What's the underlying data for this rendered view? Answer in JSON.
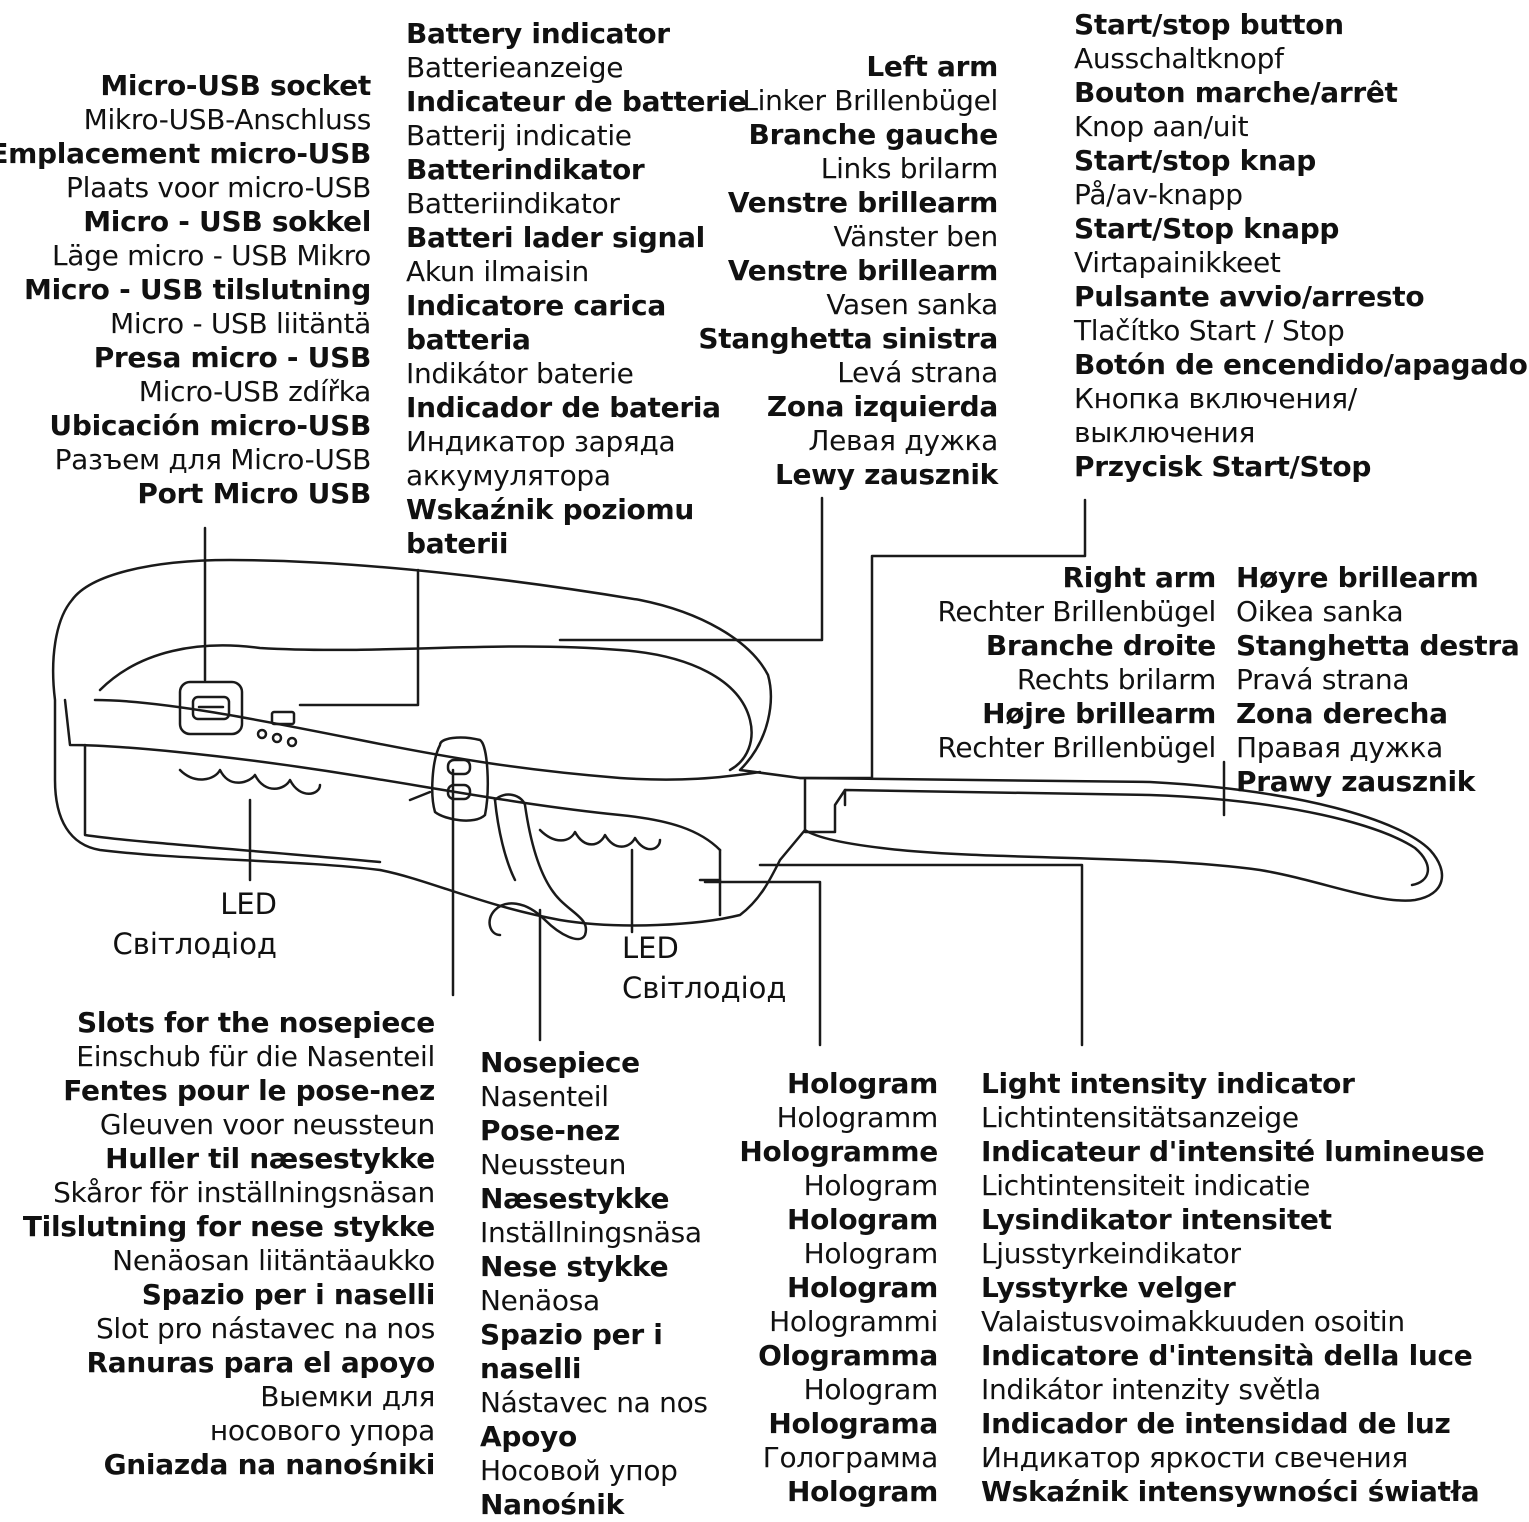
{
  "labels": {
    "micro_usb": [
      "Micro-USB socket",
      "Mikro-USB-Anschluss",
      "Emplacement micro-USB",
      "Plaats voor micro-USB",
      "Micro - USB sokkel",
      "Läge micro - USB Mikro",
      "Micro - USB tilslutning",
      "Micro - USB liitäntä",
      "Presa micro - USB",
      "Micro-USB zdířka",
      "Ubicación micro-USB",
      "Разъем для Micro-USB",
      "Port Micro USB"
    ],
    "battery": [
      "Battery indicator",
      "Batterieanzeige",
      "Indicateur de batterie",
      "Batterij indicatie",
      "Batterindikator",
      "Batteriindikator",
      "Batteri lader signal",
      "Akun ilmaisin",
      "Indicatore carica",
      "batteria",
      "Indikátor baterie",
      "Indicador de bateria",
      "Индикатор заряда",
      "аккумулятора",
      "Wskaźnik poziomu",
      "baterii"
    ],
    "left_arm": [
      "Left arm",
      "Linker Brillenbügel",
      "Branche gauche",
      "Links brilarm",
      "Venstre brillearm",
      "Vänster ben",
      "Venstre brillearm",
      "Vasen sanka",
      "Stanghetta sinistra",
      "Levá strana",
      "Zona izquierda",
      "Левая дужка",
      "Lewy zausznik"
    ],
    "start_stop": [
      "Start/stop button",
      "Ausschaltknopf",
      "Bouton marche/arrêt",
      "Knop aan/uit",
      "Start/stop knap",
      "På/av-knapp",
      "Start/Stop knapp",
      "Virtapainikkeet",
      "Pulsante avvio/arresto",
      "Tlačítko Start / Stop",
      "Botón de encendido/apagado",
      "Кнопка включения/",
      "выключения",
      "Przycisk Start/Stop"
    ],
    "right_arm_a": [
      "Right arm",
      "Rechter Brillenbügel",
      "Branche droite",
      "Rechts brilarm",
      "Højre brillearm",
      "Rechter Brillenbügel"
    ],
    "right_arm_b": [
      "Høyre brillearm",
      "Oikea sanka",
      "Stanghetta destra",
      "Pravá strana",
      "Zona derecha",
      "Правая дужка",
      "Prawy zausznik"
    ],
    "led_left": [
      "LED",
      "Світлодіод"
    ],
    "led_right": [
      "LED",
      "Світлодіод"
    ],
    "slots": [
      "Slots for the nosepiece",
      "Einschub für die Nasenteil",
      "Fentes pour le pose-nez",
      "Gleuven voor neussteun",
      "Huller til næsestykke",
      "Skåror för inställningsnäsan",
      "Tilslutning for nese stykke",
      "Nenäosan liitäntäaukko",
      "Spazio per i naselli",
      "Slot pro nástavec na nos",
      "Ranuras para el apoyo",
      "Выемки для",
      "носового упора",
      "Gniazda na nanośniki"
    ],
    "nosepiece": [
      "Nosepiece",
      "Nasenteil",
      "Pose-nez",
      "Neussteun",
      "Næsestykke",
      "Inställningsnäsa",
      "Nese stykke",
      "Nenäosa",
      "Spazio per i",
      "naselli",
      "Nástavec na nos",
      "Apoyo",
      "Носовой упор",
      "Nanośnik"
    ],
    "hologram": [
      "Hologram",
      "Hologramm",
      "Hologramme",
      "Hologram",
      "Hologram",
      "Hologram",
      "Hologram",
      "Hologrammi",
      "Ologramma",
      "Hologram",
      "Holograma",
      "Голограмма",
      "Hologram"
    ],
    "light": [
      "Light intensity indicator",
      "Lichtintensitätsanzeige",
      "Indicateur d'intensité lumineuse",
      "Lichtintensiteit indicatie",
      "Lysindikator intensitet",
      "Ljusstyrkeindikator",
      "Lysstyrke velger",
      "Valaistusvoimakkuuden osoitin",
      "Indicatore d'intensità della luce",
      "Indikátor intenzity světla",
      "Indicador de intensidad de luz",
      "Индикатор яркости свечения",
      "Wskaźnik intensywności światła"
    ]
  }
}
